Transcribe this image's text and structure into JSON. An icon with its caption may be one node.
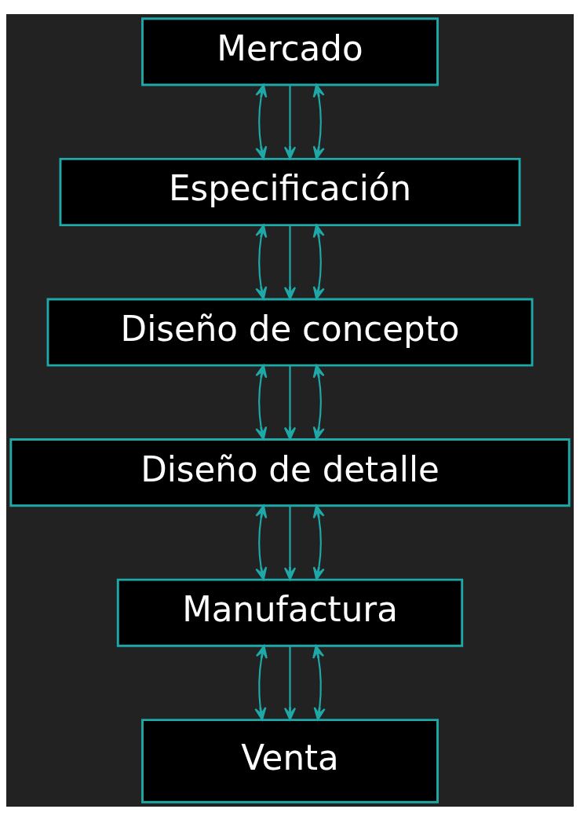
{
  "diagram": {
    "nodes": [
      {
        "text": [
          "Mercado"
        ]
      },
      {
        "text": [
          "Especificación"
        ]
      },
      {
        "text": [
          "Diseño de concepto"
        ]
      },
      {
        "text": [
          "Diseño de detalle"
        ]
      },
      {
        "text": [
          "Manufactura"
        ]
      },
      {
        "text": [
          "Venta"
        ]
      }
    ],
    "edges": [
      {
        "from": 0,
        "to": 1,
        "arrow": "both"
      },
      {
        "from": 0,
        "to": 1,
        "arrow": "to"
      },
      {
        "from": 0,
        "to": 1,
        "arrow": "both"
      },
      {
        "from": 1,
        "to": 2,
        "arrow": "both"
      },
      {
        "from": 1,
        "to": 2,
        "arrow": "to"
      },
      {
        "from": 1,
        "to": 2,
        "arrow": "both"
      },
      {
        "from": 2,
        "to": 3,
        "arrow": "both"
      },
      {
        "from": 2,
        "to": 3,
        "arrow": "to"
      },
      {
        "from": 2,
        "to": 3,
        "arrow": "both"
      },
      {
        "from": 3,
        "to": 4,
        "arrow": "both"
      },
      {
        "from": 3,
        "to": 4,
        "arrow": "to"
      },
      {
        "from": 3,
        "to": 4,
        "arrow": "both"
      },
      {
        "from": 4,
        "to": 5,
        "arrow": "both"
      },
      {
        "from": 4,
        "to": 5,
        "arrow": "to"
      },
      {
        "from": 4,
        "to": 5,
        "arrow": "both"
      }
    ]
  }
}
